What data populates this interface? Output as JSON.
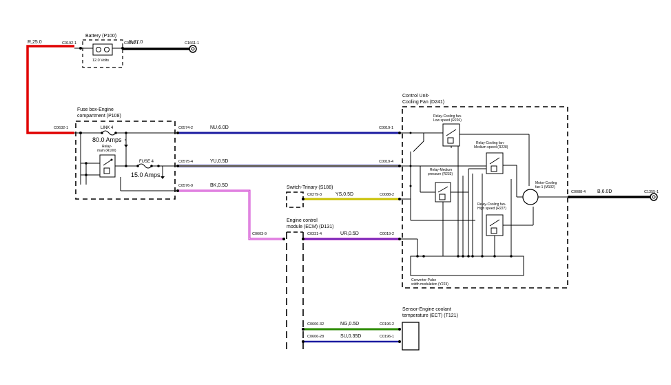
{
  "components": {
    "battery": {
      "title": "Battery (P100)",
      "voltage": "12.0 Volts"
    },
    "fuse_box": {
      "title_line1": "Fuse box-Engine",
      "title_line2": "compartment (P108)"
    },
    "link4": {
      "label": "LINK 4",
      "rating": "80.0 Amps"
    },
    "fuse4": {
      "label": "FUSE 4",
      "rating": "15.0 Amps"
    },
    "relay_main": {
      "line1": "Relay-",
      "line2": "main (R100)"
    },
    "control_unit": {
      "title_line1": "Control Unit-",
      "title_line2": "Cooling Fan (D241)"
    },
    "relay_low": {
      "line1": "Relay-Cooling fan-",
      "line2": "Low speed (R226)"
    },
    "relay_medium": {
      "line1": "Relay-Cooling fan-",
      "line2": "Medium speed (R228)"
    },
    "relay_pressure": {
      "line1": "Relay-Medium",
      "line2": "pressure (R233)"
    },
    "relay_high": {
      "line1": "Relay-Cooling fan-",
      "line2": "High speed (R227)"
    },
    "motor": {
      "line1": "Motor-Cooling",
      "line2": "fan-1 (M102)"
    },
    "converter": {
      "line1": "Converter-Pulse",
      "line2": "width modulation (Y223)"
    },
    "switch_trinary": {
      "title": "Switch-Trinary (S188)"
    },
    "ecm": {
      "title_line1": "Engine control",
      "title_line2": "module (ECM) (D131)"
    },
    "sensor_ect": {
      "title_line1": "Sensor-Engine coolant",
      "title_line2": "temperature (ECT) (T121)"
    }
  },
  "connectors": {
    "c0192_1": "C0192-1",
    "c0045_1": "C0045-1",
    "c1661_1": "C1661-1",
    "c0632_1": "C0632-1",
    "c0574_2": "C0574-2",
    "c0575_4": "C0575-4",
    "c0576_9": "C0576-9",
    "c0019_1": "C0019-1",
    "c0019_4": "C0019-4",
    "c0088_4": "C0088-4",
    "c1355_1": "C1355-1",
    "c0279_3": "C0279-3",
    "c0088_2": "C0088-2",
    "c0603_9": "C0603-9",
    "c0331_4": "C0331-4",
    "c0019_2": "C0019-2",
    "c0606_32": "C0606-32",
    "c0196_2": "C0196-2",
    "c0606_28": "C0606-28",
    "c0196_1": "C0196-1"
  },
  "wires": {
    "r25": {
      "label": "R,25.0",
      "color": "#e00000"
    },
    "b37": {
      "label": "B,37.0",
      "color": "#000000"
    },
    "nu6": {
      "label": "NU,6.0D",
      "color": "#1a1aa0"
    },
    "yu05": {
      "label": "YU,0.5D",
      "color": "#1a1aa0",
      "stripe": "#c8c000"
    },
    "bk05": {
      "label": "BK,0.5D",
      "color": "#cc33cc"
    },
    "ys05": {
      "label": "YS,0.5D",
      "color": "#c8c000"
    },
    "ur05": {
      "label": "UR,0.5D",
      "color": "#cc33cc",
      "stripe": "#1a1aa0"
    },
    "b6": {
      "label": "B,6.0D",
      "color": "#000000"
    },
    "ng05": {
      "label": "NG,0.5D",
      "color": "#2a8a00"
    },
    "su035": {
      "label": "SU,0.35D",
      "color": "#1a1aa0"
    }
  }
}
